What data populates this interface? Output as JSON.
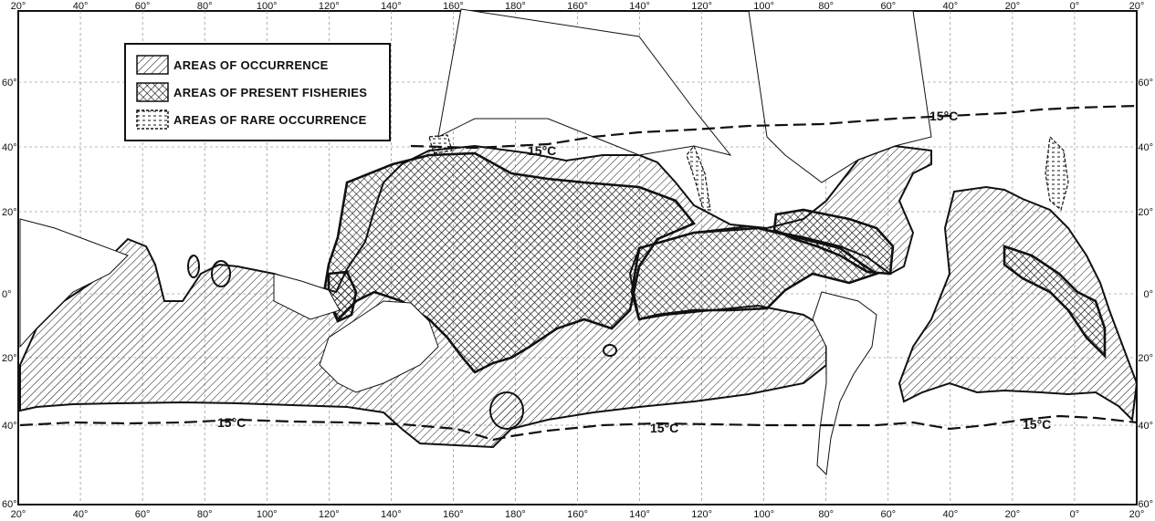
{
  "legend": {
    "occurrence": "AREAS OF OCCURRENCE",
    "fisheries": "AREAS OF PRESENT FISHERIES",
    "rare": "AREAS OF RARE OCCURRENCE"
  },
  "isotherm_label": "15°C",
  "longitude_labels": [
    "20°",
    "40°",
    "60°",
    "80°",
    "100°",
    "120°",
    "140°",
    "160°",
    "180°",
    "160°",
    "140°",
    "120°",
    "100°",
    "80°",
    "60°",
    "40°",
    "20°",
    "0°",
    "20°"
  ],
  "latitude_labels": [
    "60°",
    "40°",
    "20°",
    "0°",
    "20°",
    "40°",
    "60°"
  ],
  "colors": {
    "ink": "#111111",
    "paper": "#ffffff"
  }
}
